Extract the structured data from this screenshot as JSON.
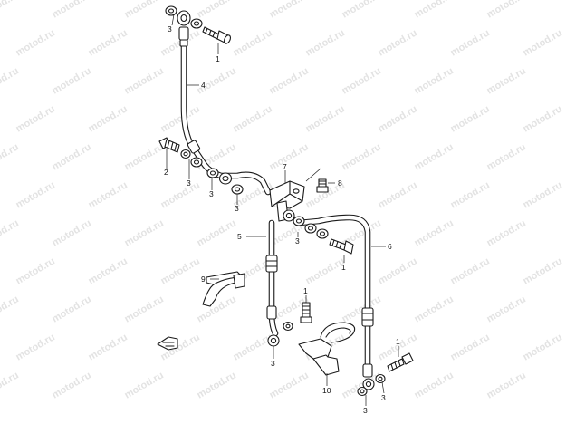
{
  "watermark": {
    "text": "motod.ru"
  },
  "callouts": [
    {
      "id": "c3a",
      "text": "3"
    },
    {
      "id": "c1a",
      "text": "1"
    },
    {
      "id": "c4",
      "text": "4"
    },
    {
      "id": "c2",
      "text": "2"
    },
    {
      "id": "c3b",
      "text": "3"
    },
    {
      "id": "c3c",
      "text": "3"
    },
    {
      "id": "c7",
      "text": "7"
    },
    {
      "id": "c8",
      "text": "8"
    },
    {
      "id": "c3d",
      "text": "3"
    },
    {
      "id": "c5",
      "text": "5"
    },
    {
      "id": "c3e",
      "text": "3"
    },
    {
      "id": "c6",
      "text": "6"
    },
    {
      "id": "c1b",
      "text": "1"
    },
    {
      "id": "c9",
      "text": "9"
    },
    {
      "id": "c1c",
      "text": "1"
    },
    {
      "id": "c3f",
      "text": "3"
    },
    {
      "id": "c10",
      "text": "10"
    },
    {
      "id": "c1d",
      "text": "1"
    },
    {
      "id": "c3g",
      "text": "3"
    },
    {
      "id": "c3h",
      "text": "3"
    }
  ],
  "colors": {
    "ink": "#1a1a1a",
    "watermark": "#e3e3e3",
    "background": "#ffffff"
  }
}
